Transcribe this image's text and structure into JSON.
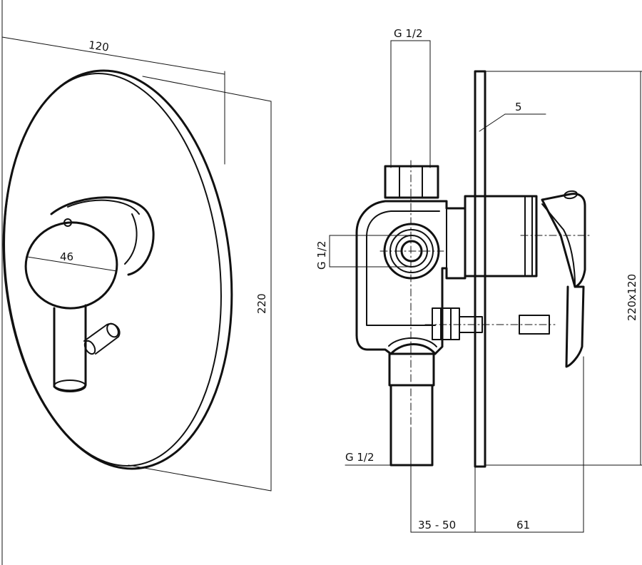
{
  "front_view": {
    "dim_width": "120",
    "dim_height": "220",
    "dim_handle": "46"
  },
  "side_view": {
    "inlet_top": "G 1/2",
    "inlet_side": "G 1/2",
    "outlet_bottom": "G 1/2",
    "plate_thickness": "5",
    "plate_size": "220x120",
    "depth_range": "35 - 50",
    "depth_front": "61"
  }
}
